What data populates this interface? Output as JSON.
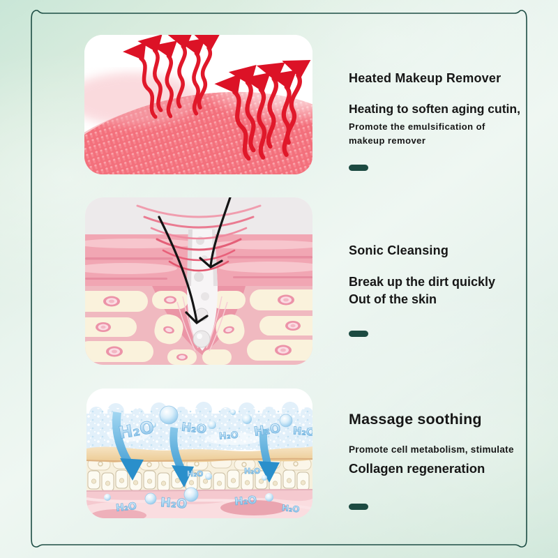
{
  "theme": {
    "frame_border_color": "#1d4d44",
    "dash_color": "#1c4a41",
    "text_color": "#161616",
    "background_mint": "#d9ecde",
    "card_background": "#ffffff",
    "accent_red": "#e0182a",
    "brush_pink": "#f3707c",
    "skin_pink": "#f1a6b3",
    "cell_cream": "#faf2dc",
    "water_blue": "#2a8fcb",
    "foam_blue": "#e2f0fa"
  },
  "sections": [
    {
      "illustration": "heated-silicone-brush-with-heat-arrows",
      "title": "Heated Makeup Remover",
      "subtitle": "Heating to soften aging cutin,",
      "description": "Promote the emulsification of makeup remover"
    },
    {
      "illustration": "sonic-waves-cleaning-skin-pore",
      "title": "Sonic Cleansing",
      "line1": "Break up the dirt quickly",
      "line2": "Out of the skin"
    },
    {
      "illustration": "water-massage-skin-layers",
      "title": "Massage soothing",
      "description": "Promote cell metabolism, stimulate",
      "subtitle": "Collagen regeneration",
      "h2o_label": "H₂O"
    }
  ]
}
